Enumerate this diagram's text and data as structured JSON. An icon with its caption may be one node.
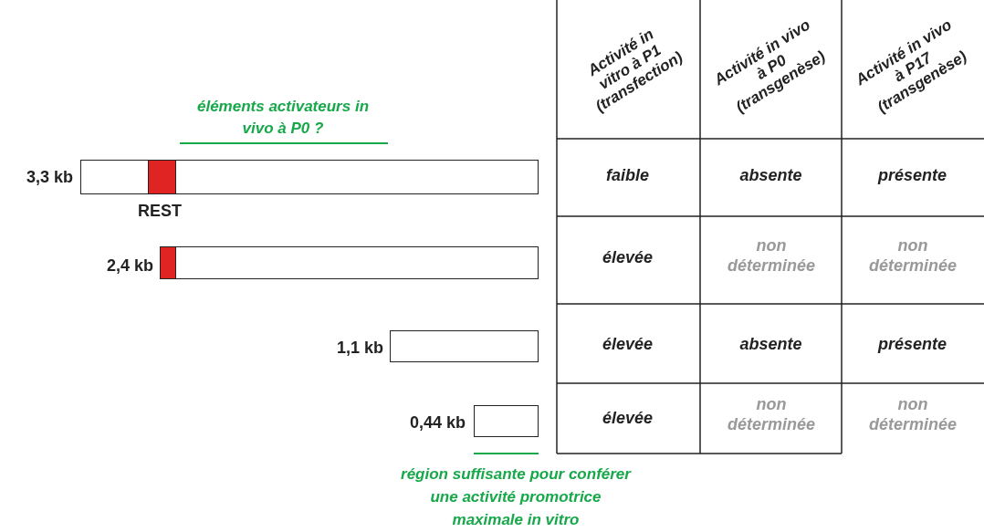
{
  "diagram": {
    "labels": [
      "Activité in vitro à P1 (transfection)",
      "Activité in vivo à P0 (transgenèse)",
      "Activité in vivo à P17 (transgenèse)",
      "éléments activateurs in vivo à P0 ?",
      "3,3 kb",
      "REST",
      "faible",
      "absente",
      "présente",
      "2,4 kb",
      "élevée",
      "non déterminée",
      "non déterminée",
      "1,1 kb",
      "élevée",
      "absente",
      "présente",
      "0,44 kb",
      "élevée",
      "non déterminée",
      "non déterminée",
      "région suffisante pour conférer une activité promotrice maximale in vitro"
    ]
  }
}
